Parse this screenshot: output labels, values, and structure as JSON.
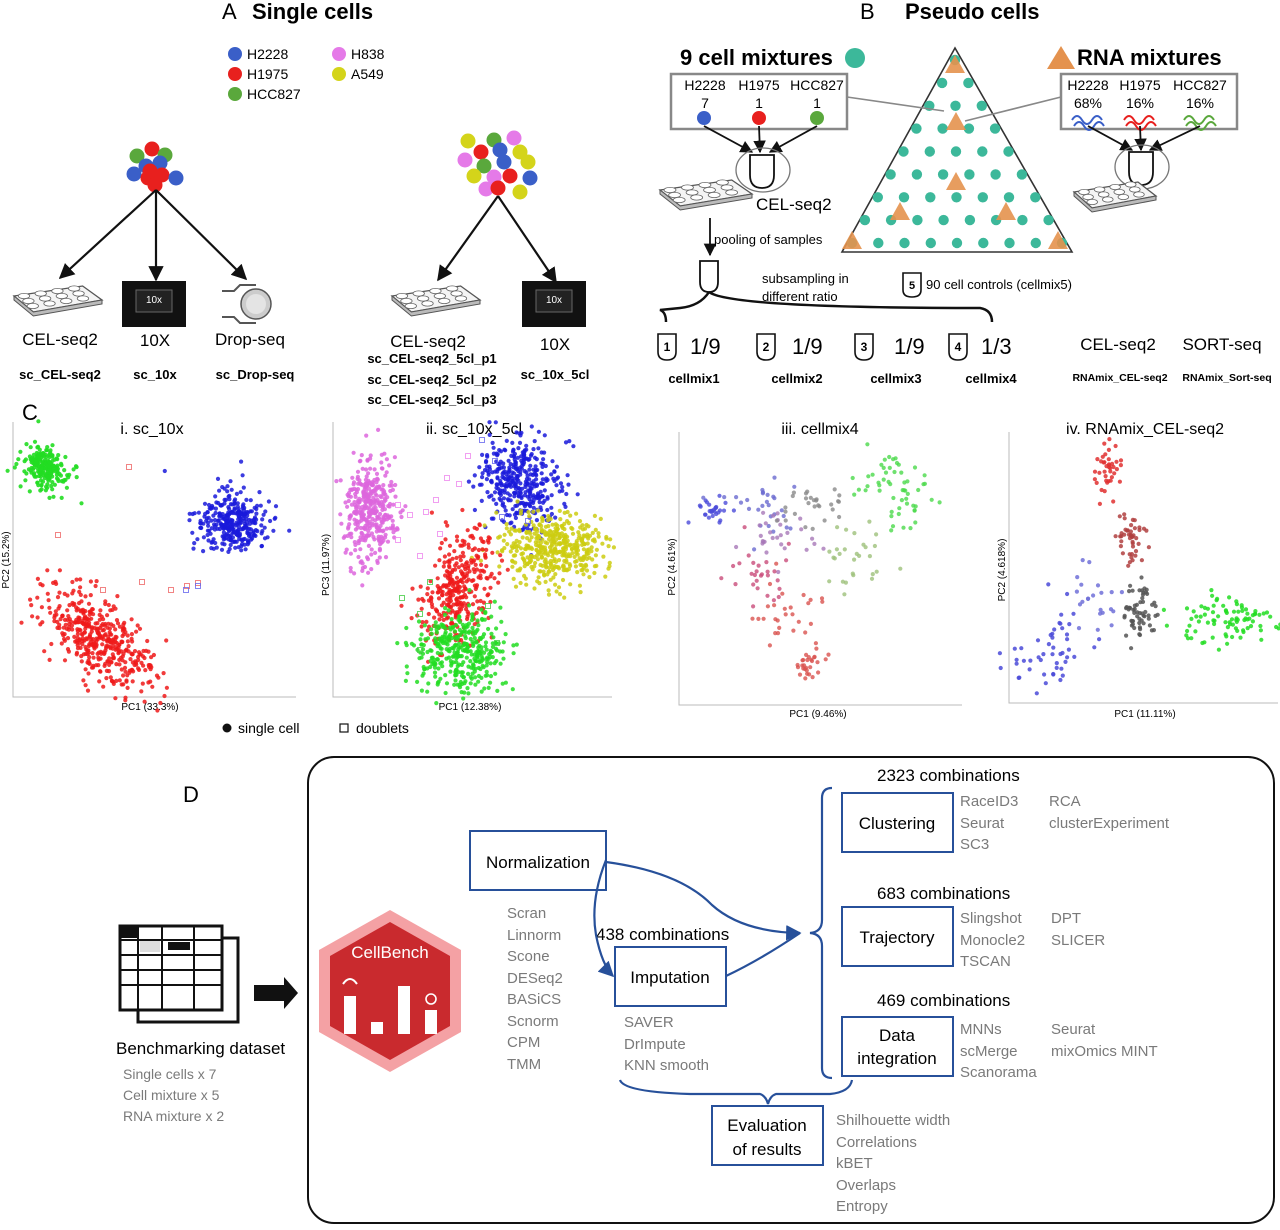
{
  "colors": {
    "H2228": "#3a5fc8",
    "H1975": "#e8201e",
    "HCC827": "#5aa83c",
    "H838": "#e57ae8",
    "A549": "#d4d41a",
    "teal": "#3cb89a",
    "orange": "#e4924e",
    "arrow": "#27509a",
    "box": "#27509a"
  },
  "panelA": {
    "letter": "A",
    "title": "Single cells",
    "legend": [
      "H2228",
      "H1975",
      "HCC827",
      "H838",
      "A549"
    ],
    "left": {
      "platforms": [
        "CEL-seq2",
        "10X",
        "Drop-seq"
      ],
      "datasets": [
        "sc_CEL-seq2",
        "sc_10x",
        "sc_Drop-seq"
      ]
    },
    "right": {
      "platforms": [
        "CEL-seq2",
        "10X"
      ],
      "datasets_celseq": [
        "sc_CEL-seq2_5cl_p1",
        "sc_CEL-seq2_5cl_p2",
        "sc_CEL-seq2_5cl_p3"
      ],
      "dataset_10x": "sc_10x_5cl"
    },
    "chip_text": "10x"
  },
  "panelB": {
    "letter": "B",
    "title": "Pseudo cells",
    "cell_mix_title": "9 cell mixtures",
    "rna_mix_title": "RNA mixtures",
    "cell_box": {
      "names": [
        "H2228",
        "H1975",
        "HCC827"
      ],
      "counts": [
        "7",
        "1",
        "1"
      ]
    },
    "rna_box": {
      "names": [
        "H2228",
        "H1975",
        "HCC827"
      ],
      "percents": [
        "68%",
        "16%",
        "16%"
      ]
    },
    "celseq": "CEL-seq2",
    "pooling": "pooling of samples",
    "subsampling_1": "subsampling in",
    "subsampling_2": "different ratio",
    "controls_num": "5",
    "controls_text": "90 cell controls (cellmix5)",
    "tubes": [
      {
        "num": "1",
        "ratio": "1/9",
        "name": "cellmix1"
      },
      {
        "num": "2",
        "ratio": "1/9",
        "name": "cellmix2"
      },
      {
        "num": "3",
        "ratio": "1/9",
        "name": "cellmix3"
      },
      {
        "num": "4",
        "ratio": "1/3",
        "name": "cellmix4"
      }
    ],
    "rna_platforms": [
      "CEL-seq2",
      "SORT-seq"
    ],
    "rna_datasets": [
      "RNAmix_CEL-seq2",
      "RNAmix_Sort-seq"
    ]
  },
  "panelC": {
    "letter": "C",
    "plots": [
      {
        "title": "i. sc_10x",
        "xlabel": "PC1 (33.3%)",
        "ylabel": "PC2 (15.2%)"
      },
      {
        "title": "ii. sc_10x_5cl",
        "xlabel": "PC1 (12.38%)",
        "ylabel": "PC3 (11.97%)"
      },
      {
        "title": "iii. cellmix4",
        "xlabel": "PC1 (9.46%)",
        "ylabel": "PC2 (4.61%)"
      },
      {
        "title": "iv. RNAmix_CEL-seq2",
        "xlabel": "PC1 (11.11%)",
        "ylabel": "PC2 (4.618%)"
      }
    ],
    "legend_single": "single cell",
    "legend_doublets": "doublets"
  },
  "panelD": {
    "letter": "D",
    "dataset_title": "Benchmarking dataset",
    "dataset_items": [
      "Single cells x 7",
      "Cell mixture x 5",
      "RNA mixture x 2"
    ],
    "logo_text": "CellBench",
    "normalization": "Normalization",
    "norm_methods": [
      "Scran",
      "Linnorm",
      "Scone",
      "DESeq2",
      "BASiCS",
      "Scnorm",
      "CPM",
      "TMM"
    ],
    "imputation_combos": "438 combinations",
    "imputation": "Imputation",
    "imp_methods": [
      "SAVER",
      "DrImpute",
      "KNN smooth"
    ],
    "clustering_combos": "2323 combinations",
    "clustering": "Clustering",
    "clust_methods_a": [
      "RaceID3",
      "Seurat",
      "SC3"
    ],
    "clust_methods_b": [
      "RCA",
      "clusterExperiment"
    ],
    "trajectory_combos": "683 combinations",
    "trajectory": "Trajectory",
    "traj_methods_a": [
      "Slingshot",
      "Monocle2",
      "TSCAN"
    ],
    "traj_methods_b": [
      "DPT",
      "SLICER"
    ],
    "integration_combos": "469 combinations",
    "integration_1": "Data",
    "integration_2": "integration",
    "int_methods_a": [
      "MNNs",
      "scMerge",
      "Scanorama"
    ],
    "int_methods_b": [
      "Seurat",
      "mixOmics MINT"
    ],
    "evaluation_1": "Evaluation",
    "evaluation_2": "of results",
    "eval_methods": [
      "Shilhouette width",
      "Correlations",
      "kBET",
      "Overlaps",
      "Entropy"
    ]
  }
}
